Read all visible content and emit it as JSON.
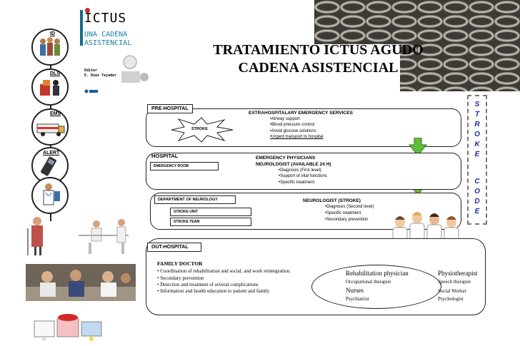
{
  "title": {
    "line1": "TRATAMIENTO ICTUS AGUDO",
    "line2": "CADENA ASISTENCIAL"
  },
  "book": {
    "title": "ICTUS",
    "subtitle_line1": "UNA CADENA",
    "subtitle_line2": "ASISTENCIAL",
    "editor_label": "Editor",
    "editor_name": "E. Díez Tejedor"
  },
  "chain": [
    {
      "label": "ID"
    },
    {
      "label": "DLS"
    },
    {
      "label": "EMS"
    },
    {
      "label": "ALERT"
    },
    {
      "label": ""
    }
  ],
  "stroke_code_letters": [
    "S",
    "T",
    "R",
    "O",
    "K",
    "E",
    "",
    "C",
    "O",
    "D",
    "E"
  ],
  "pre_hospital": {
    "label": "PRE-HOSPITAL",
    "star_label": "STROKE",
    "heading": "EXTRAHOSPITALARY EMERGENCY SERVICES",
    "bullets": [
      "•Airway support",
      "•Blood pressure control",
      "•Avoid glucose solutions",
      "•Urgent transport to hospital"
    ]
  },
  "hospital": {
    "label": "HOSPITAL",
    "room": "EMERGENCY ROOM",
    "heading_line1": "EMERGENCY PHYSICIANS",
    "heading_line2": "NEUROLOGIST (AVAILABLE 24 H)",
    "bullets": [
      "•Diagnosis (First level)",
      "•Support of vital functions",
      "•Specific treatment"
    ]
  },
  "neurology": {
    "label": "DEPARTMENT OF NEUROLOGY",
    "unit": "STROKE UNIT",
    "team": "STROKE TEAM",
    "heading": "NEUROLOGIST (STROKE)",
    "bullets": [
      "•Diagnosis (Second level)",
      "•Specific treatment",
      "•Secondary prevention"
    ]
  },
  "out_hospital": {
    "label": "OUT-HOSPITAL",
    "heading": "FAMILY  DOCTOR",
    "bullets": [
      "• Coordination of rehabilitation and social, and work reintegration.",
      "• Secondary prevention",
      "• Detection and treatment of several complications",
      "• Information and health education to patient and family"
    ],
    "team_left": [
      "Rehabilitation physician",
      "Occupational therapist",
      "Nurses",
      "Psychiatrist"
    ],
    "team_right": [
      "Physiotherapist",
      "Speech therapist",
      "Social Worker",
      "Psychologist"
    ]
  },
  "colors": {
    "code_text": "#1a2da0",
    "arrow": "#5fbf3a",
    "book_accent": "#1a7fa8",
    "book_dot": "#d6262a"
  }
}
